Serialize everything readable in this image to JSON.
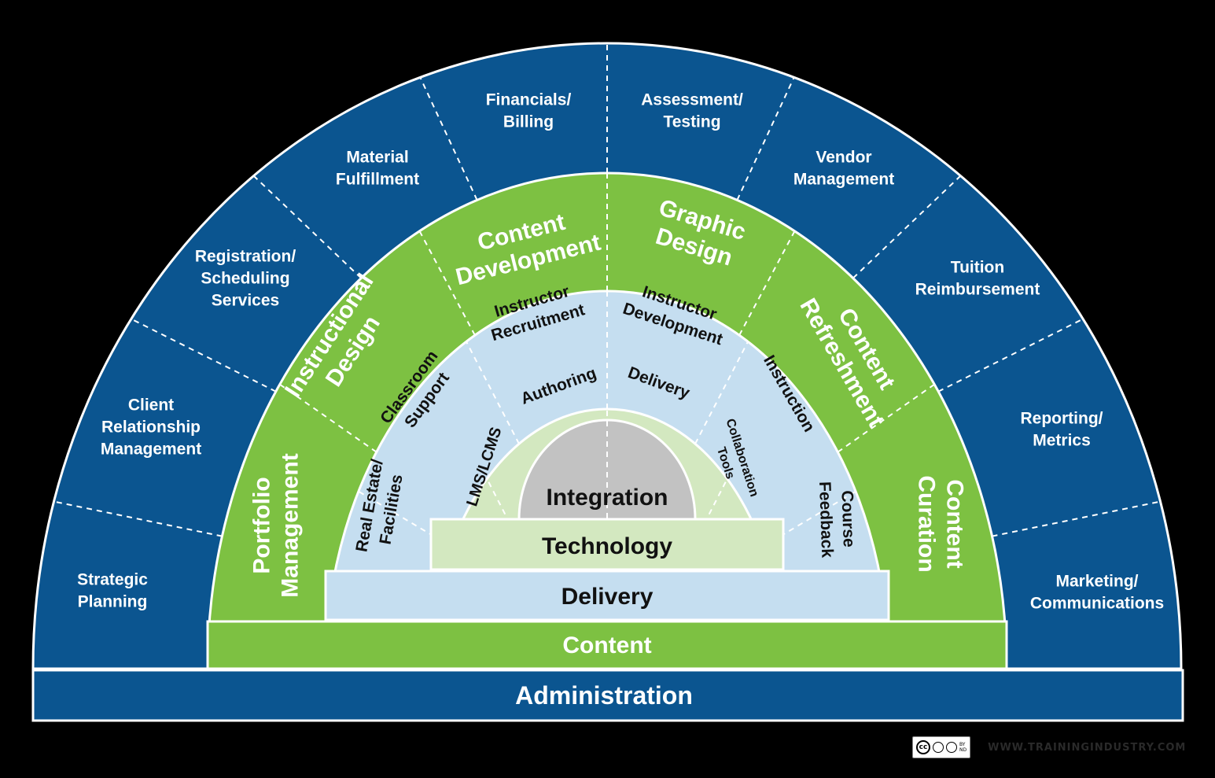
{
  "colors": {
    "background": "#000000",
    "administration": "#0b5590",
    "content": "#7dc142",
    "delivery": "#c5def0",
    "technology": "#d3e8c0",
    "integration": "#c2c2c2",
    "white_text": "#ffffff",
    "dark_text": "#111111",
    "outline": "#ffffff"
  },
  "bands": {
    "administration": "Administration",
    "content": "Content",
    "delivery": "Delivery",
    "technology": "Technology",
    "integration": "Integration"
  },
  "outer_ring": [
    {
      "lines": [
        "Strategic",
        "Planning"
      ]
    },
    {
      "lines": [
        "Client",
        "Relationship",
        "Management"
      ]
    },
    {
      "lines": [
        "Registration/",
        "Scheduling",
        "Services"
      ]
    },
    {
      "lines": [
        "Material",
        "Fulfillment"
      ]
    },
    {
      "lines": [
        "Financials/",
        "Billing"
      ]
    },
    {
      "lines": [
        "Assessment/",
        "Testing"
      ]
    },
    {
      "lines": [
        "Vendor",
        "Management"
      ]
    },
    {
      "lines": [
        "Tuition",
        "Reimbursement"
      ]
    },
    {
      "lines": [
        "Reporting/",
        "Metrics"
      ]
    },
    {
      "lines": [
        "Marketing/",
        "Communications"
      ]
    }
  ],
  "content_ring": [
    {
      "lines": [
        "Portfolio",
        "Management"
      ]
    },
    {
      "lines": [
        "Instructional",
        "Design"
      ]
    },
    {
      "lines": [
        "Content",
        "Development"
      ]
    },
    {
      "lines": [
        "Graphic",
        "Design"
      ]
    },
    {
      "lines": [
        "Content",
        "Refreshment"
      ]
    },
    {
      "lines": [
        "Content",
        "Curation"
      ]
    }
  ],
  "delivery_ring": [
    {
      "lines": [
        "Real Estate/",
        "Facilities"
      ]
    },
    {
      "lines": [
        "Classroom",
        "Support"
      ]
    },
    {
      "lines": [
        "Instructor",
        "Recruitment"
      ]
    },
    {
      "lines": [
        "Instructor",
        "Development"
      ]
    },
    {
      "lines": [
        "Instruction"
      ]
    },
    {
      "lines": [
        "Course",
        "Feedback"
      ]
    }
  ],
  "technology_ring": [
    {
      "lines": [
        "LMS/LCMS"
      ]
    },
    {
      "lines": [
        "Authoring"
      ]
    },
    {
      "lines": [
        "Delivery"
      ]
    },
    {
      "lines": [
        "Collaboration",
        "Tools"
      ]
    }
  ],
  "footer": {
    "license_icons": [
      "cc-icon",
      "by-icon",
      "nd-icon"
    ],
    "license_small": [
      "BY",
      "ND"
    ],
    "url": "WWW.TRAININGINDUSTRY.COM"
  }
}
